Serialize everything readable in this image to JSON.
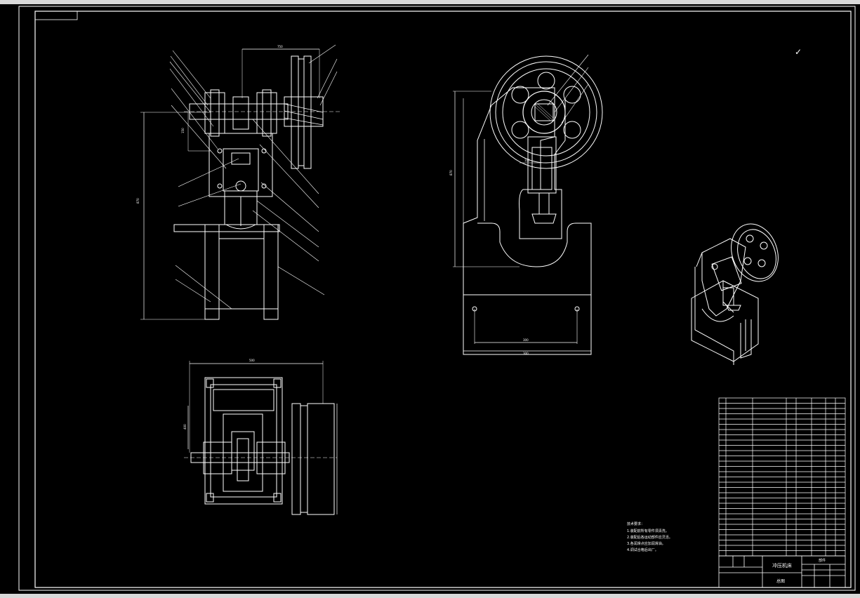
{
  "colors": {
    "background": "#000000",
    "stroke": "#ffffff",
    "accent": "#ffff00",
    "chrome": "#d9d9d9"
  },
  "drawing": {
    "title": "冲压机床",
    "subtitle": "总图",
    "table_header": "部件",
    "tech_notes": [
      "技术要求：",
      "1.装配前所有零件须清洗。",
      "2.装配后各运动部件应灵活。",
      "3.各润滑点应加润滑油。",
      "4.调试合格后出厂。"
    ]
  },
  "dims": {
    "front_width": "300",
    "height_total": "870",
    "side_width": "500",
    "top_width": "750",
    "side_depth": "400",
    "base_width": "300",
    "gap": "110",
    "small": "150"
  }
}
